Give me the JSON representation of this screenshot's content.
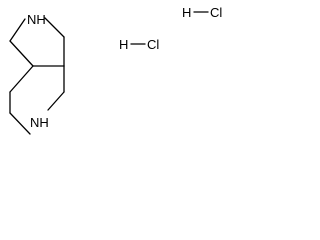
{
  "molecule": {
    "atoms": {
      "nh_top": "NH",
      "nh_bottom": "NH"
    },
    "salt": [
      {
        "h": "H",
        "cl": "Cl"
      },
      {
        "h": "H",
        "cl": "Cl"
      }
    ]
  }
}
